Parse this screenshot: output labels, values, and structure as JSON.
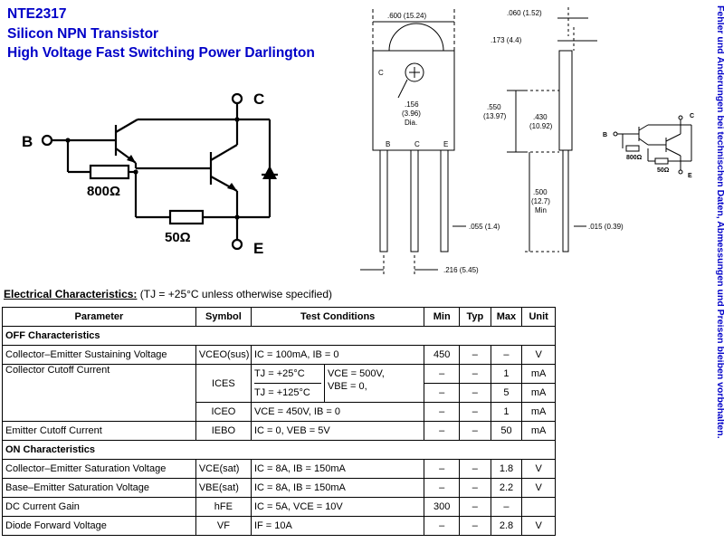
{
  "title": {
    "part": "NTE2317",
    "line2": "Silicon NPN Transistor",
    "line3": "High Voltage Fast Switching Power Darlington"
  },
  "side_note": "Fehler und Änderungen bei technischen Daten, Abmessungen und Preisen bleiben vorbehalten.",
  "schematic": {
    "pin_b": "B",
    "pin_c": "C",
    "pin_e": "E",
    "r1": "800Ω",
    "r2": "50Ω"
  },
  "package": {
    "width": ".600 (15.24)",
    "thick": ".060 (1.52)",
    "tab": ".173 (4.4)",
    "hole": ".156",
    "hole_mm": "(3.96)",
    "hole_dia": "Dia.",
    "h1": ".550",
    "h1_mm": "(13.97)",
    "h2": ".430",
    "h2_mm": "(10.92)",
    "lead_len": ".500",
    "lead_len_mm": "(12.7)",
    "lead_len_min": "Min",
    "lead_w": ".055 (1.4)",
    "lead_t": ".015 (0.39)",
    "pitch": ".216 (5.45)",
    "pin_c_top": "C",
    "pins": [
      "B",
      "C",
      "E"
    ]
  },
  "mini_schematic": {
    "b": "B",
    "c": "C",
    "e": "E",
    "r1": "800Ω",
    "r2": "50Ω"
  },
  "electrical": {
    "heading": "Electrical Characteristics:",
    "condition": "(TJ = +25°C unless otherwise specified)",
    "headers": [
      "Parameter",
      "Symbol",
      "Test Conditions",
      "Min",
      "Typ",
      "Max",
      "Unit"
    ],
    "off_section": "OFF Characteristics",
    "on_section": "ON Characteristics",
    "dash": "–",
    "rows": {
      "vceo": {
        "param": "Collector–Emitter Sustaining Voltage",
        "sym": "VCEO(sus)",
        "cond": "IC = 100mA, IB = 0",
        "min": "450",
        "typ": "–",
        "max": "–",
        "unit": "V"
      },
      "ices": {
        "param": "Collector Cutoff Current",
        "sym": "ICES",
        "cond_a": "TJ = +25°C",
        "cond_b": "TJ = +125°C",
        "cond_v": "VCE = 500V,",
        "cond_v2": "VBE = 0,",
        "min_a": "–",
        "typ_a": "–",
        "max_a": "1",
        "unit_a": "mA",
        "min_b": "–",
        "typ_b": "–",
        "max_b": "5",
        "unit_b": "mA"
      },
      "iceo": {
        "sym": "ICEO",
        "cond": "VCE = 450V, IB = 0",
        "min": "–",
        "typ": "–",
        "max": "1",
        "unit": "mA"
      },
      "iebo": {
        "param": "Emitter Cutoff Current",
        "sym": "IEBO",
        "cond": "IC = 0, VEB = 5V",
        "min": "–",
        "typ": "–",
        "max": "50",
        "unit": "mA"
      },
      "vcesat": {
        "param": "Collector–Emitter Saturation Voltage",
        "sym": "VCE(sat)",
        "cond": "IC = 8A, IB = 150mA",
        "min": "–",
        "typ": "–",
        "max": "1.8",
        "unit": "V"
      },
      "vbesat": {
        "param": "Base–Emitter Saturation Voltage",
        "sym": "VBE(sat)",
        "cond": "IC = 8A, IB = 150mA",
        "min": "–",
        "typ": "–",
        "max": "2.2",
        "unit": "V"
      },
      "hfe": {
        "param": "DC Current Gain",
        "sym": "hFE",
        "cond": "IC = 5A, VCE = 10V",
        "min": "300",
        "typ": "–",
        "max": "–",
        "unit": ""
      },
      "vf": {
        "param": "Diode Forward Voltage",
        "sym": "VF",
        "cond": "IF = 10A",
        "min": "–",
        "typ": "–",
        "max": "2.8",
        "unit": "V"
      }
    }
  }
}
